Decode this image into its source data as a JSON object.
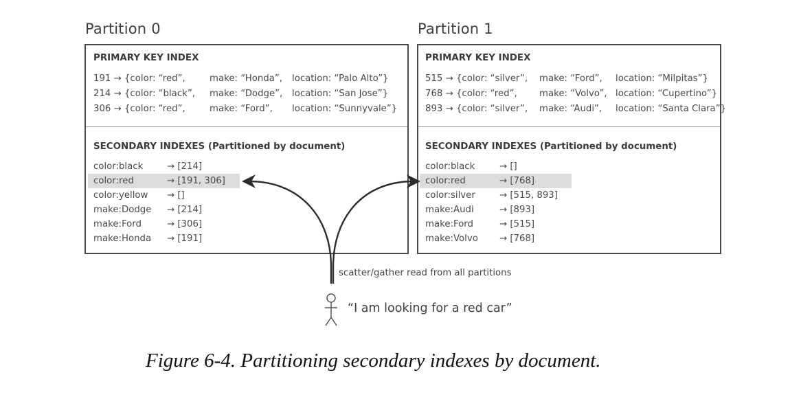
{
  "partitions": [
    {
      "title": "Partition 0",
      "primary_index": {
        "heading": "PRIMARY KEY INDEX",
        "rows": [
          {
            "key": "191 → {color: “red”,",
            "make": "make: “Honda”,",
            "location": "location: “Palo Alto”}"
          },
          {
            "key": "214 → {color: “black”,",
            "make": "make: “Dodge”,",
            "location": "location: “San Jose”}"
          },
          {
            "key": "306 → {color: “red”,",
            "make": "make: “Ford”,",
            "location": "location: “Sunnyvale”}"
          }
        ]
      },
      "secondary_index": {
        "heading": "SECONDARY INDEXES (Partitioned by document)",
        "rows": [
          {
            "term": "color:black",
            "postings": "→ [214]",
            "highlighted": false
          },
          {
            "term": "color:red",
            "postings": "→ [191, 306]",
            "highlighted": true
          },
          {
            "term": "color:yellow",
            "postings": "→ []",
            "highlighted": false
          },
          {
            "term": "make:Dodge",
            "postings": "→ [214]",
            "highlighted": false
          },
          {
            "term": "make:Ford",
            "postings": "→ [306]",
            "highlighted": false
          },
          {
            "term": "make:Honda",
            "postings": "→ [191]",
            "highlighted": false
          }
        ]
      }
    },
    {
      "title": "Partition 1",
      "primary_index": {
        "heading": "PRIMARY KEY INDEX",
        "rows": [
          {
            "key": "515 → {color: “silver”,",
            "make": "make: “Ford”,",
            "location": "location: “Milpitas”}"
          },
          {
            "key": "768 → {color: “red”,",
            "make": "make: “Volvo”,",
            "location": "location: “Cupertino”}"
          },
          {
            "key": "893 → {color: “silver”,",
            "make": "make: “Audi”,",
            "location": "location: “Santa Clara”}"
          }
        ]
      },
      "secondary_index": {
        "heading": "SECONDARY INDEXES (Partitioned by document)",
        "rows": [
          {
            "term": "color:black",
            "postings": "→ []",
            "highlighted": false
          },
          {
            "term": "color:red",
            "postings": "→ [768]",
            "highlighted": true
          },
          {
            "term": "color:silver",
            "postings": "→ [515, 893]",
            "highlighted": false
          },
          {
            "term": "make:Audi",
            "postings": "→ [893]",
            "highlighted": false
          },
          {
            "term": "make:Ford",
            "postings": "→ [515]",
            "highlighted": false
          },
          {
            "term": "make:Volvo",
            "postings": "→ [768]",
            "highlighted": false
          }
        ]
      }
    }
  ],
  "query": {
    "arrow_label": "scatter/gather read from all partitions",
    "actor_icon": "stick-figure-user",
    "speech": "“I am looking for a red car”"
  },
  "caption": "Figure 6-4. Partitioning secondary indexes by document.",
  "colors": {
    "border": "#4a4a4a",
    "highlight": "#dcdcdc",
    "text": "#4a4a4a",
    "arrow": "#2b2b2b"
  }
}
